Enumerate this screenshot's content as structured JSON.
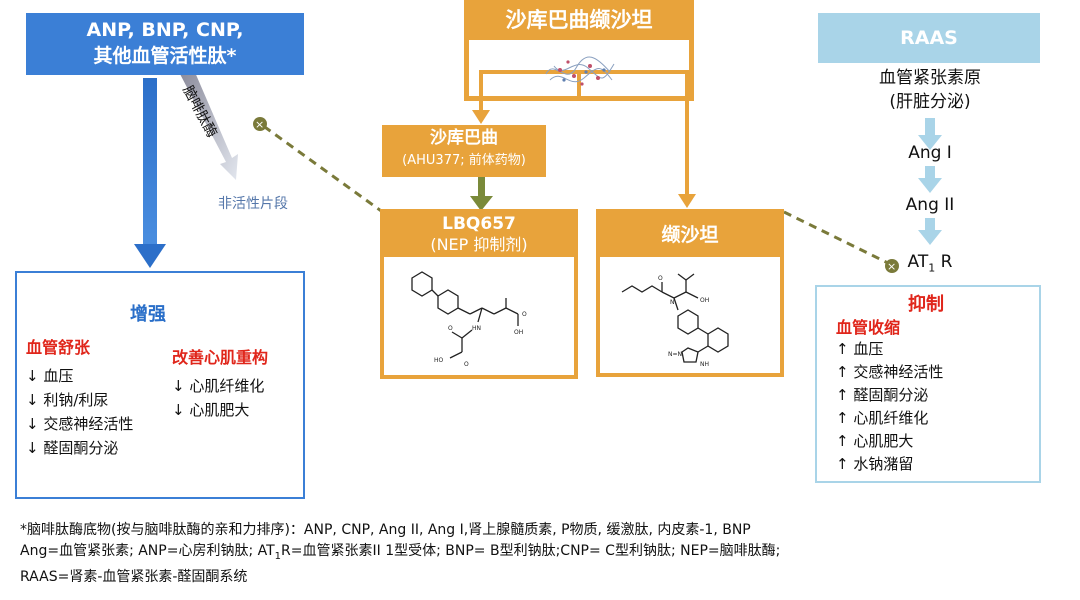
{
  "natriuretic": {
    "line1": "ANP, BNP, CNP,",
    "line2": "其他血管活性肽*"
  },
  "nep_label": "脑啡肽酶",
  "inactive_label": "非活性片段",
  "sacubitril_valsartan": {
    "title": "沙库巴曲缬沙坦"
  },
  "sacubitril": {
    "name": "沙库巴曲",
    "note": "(AHU377; 前体药物)"
  },
  "lbq657": {
    "name": "LBQ657",
    "note": "(NEP 抑制剂)"
  },
  "valsartan": {
    "name": "缬沙坦"
  },
  "raas": {
    "title": "RAAS",
    "precursor": "血管紧张素原",
    "precursor_note": "(肝脏分泌)",
    "ang1": "Ang I",
    "ang2": "Ang II",
    "receptor": "AT",
    "receptor_sub": "1",
    "receptor_suffix": " R"
  },
  "enhance": {
    "title": "增强",
    "left_heading": "血管舒张",
    "left_items": [
      "↓ 血压",
      "↓ 利钠/利尿",
      "↓ 交感神经活性",
      "↓ 醛固酮分泌"
    ],
    "right_heading": "改善心肌重构",
    "right_items": [
      "↓ 心肌纤维化",
      "↓ 心肌肥大"
    ]
  },
  "inhibit": {
    "title": "抑制",
    "heading": "血管收缩",
    "items": [
      "↑ 血压",
      "↑ 交感神经活性",
      "↑ 醛固酮分泌",
      "↑ 心肌纤维化",
      "↑ 心肌肥大",
      "↑ 水钠潴留"
    ]
  },
  "footnote": {
    "line1": "*脑啡肽酶底物(按与脑啡肽酶的亲和力排序)：ANP, CNP, Ang II, Ang I,肾上腺髓质素, P物质, 缓激肽, 内皮素-1, BNP",
    "line2_a": "Ang=血管紧张素; ANP=心房利钠肽; AT",
    "line2_sub": "1",
    "line2_b": "R=血管紧张素II 1型受体; BNP= B型利钠肽;CNP= C型利钠肽; NEP=脑啡肽酶;",
    "line3": "RAAS=肾素-血管紧张素-醛固酮系统"
  },
  "colors": {
    "blue": "#3b7fd6",
    "orange": "#e8a33b",
    "light_blue": "#a9d4e8",
    "red": "#e0261b",
    "olive": "#7a7a3a"
  }
}
